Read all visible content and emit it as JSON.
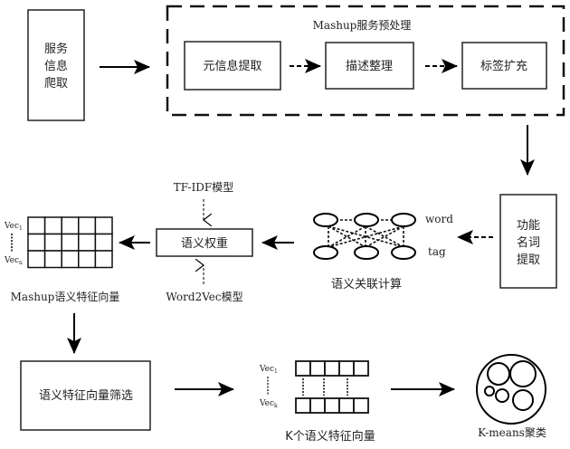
{
  "diagram": {
    "crawl_box": {
      "lines": [
        "服务",
        "信息",
        "爬取"
      ]
    },
    "preprocess_group": {
      "title": "Mashup服务预处理",
      "steps": [
        "元信息提取",
        "描述整理",
        "标签扩充"
      ]
    },
    "noun_box": {
      "lines": [
        "功能",
        "名词",
        "提取"
      ]
    },
    "semantic_graph": {
      "caption": "语义关联计算",
      "row_labels": [
        "word",
        "tag"
      ]
    },
    "weight_box": {
      "label": "语义权重",
      "input_top": "TF-IDF模型",
      "input_bottom": "Word2Vec模型"
    },
    "feature_matrix": {
      "caption": "Mashup语义特征向量",
      "row_first": "Vec",
      "row_first_sub": "1",
      "row_last": "Vec",
      "row_last_sub": "n"
    },
    "filter_box": {
      "label": "语义特征向量筛选"
    },
    "k_vectors": {
      "caption": "K个语义特征向量",
      "row_first": "Vec",
      "row_first_sub": "1",
      "row_last": "Vec",
      "row_last_sub": "k"
    },
    "kmeans": {
      "caption": "K-means聚类"
    }
  }
}
